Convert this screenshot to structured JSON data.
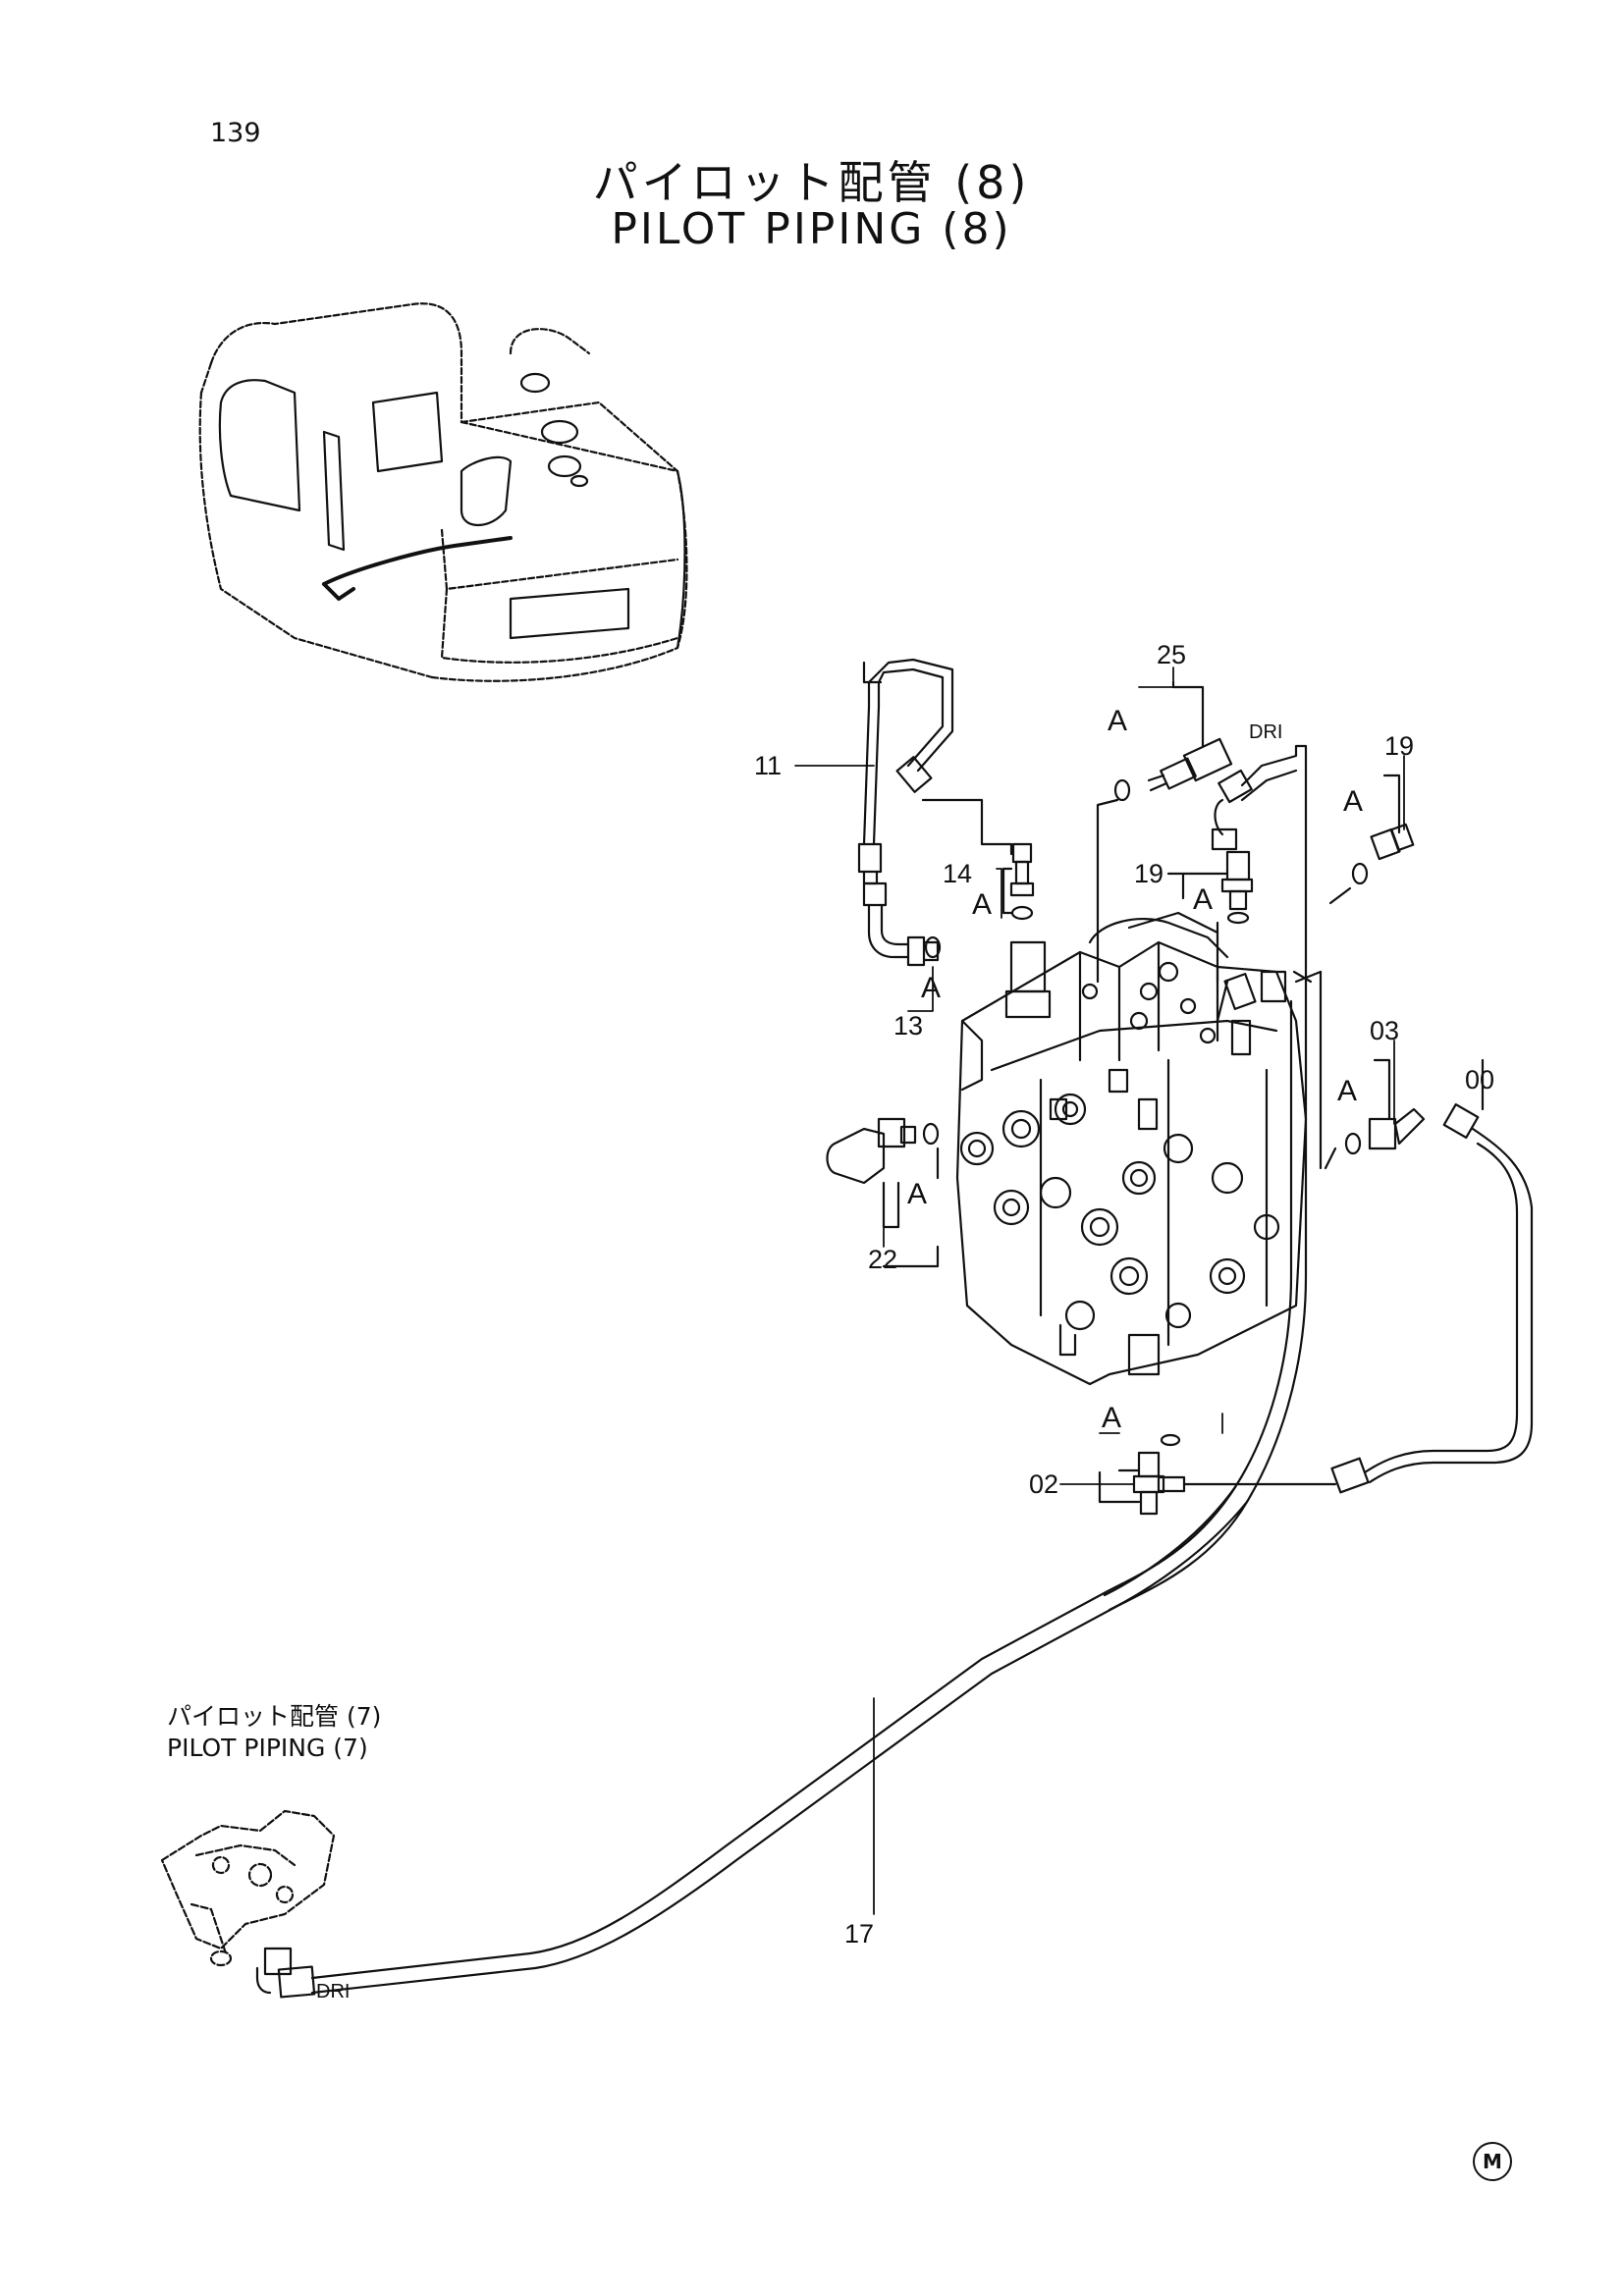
{
  "page": {
    "number": "139",
    "title_jp": "パイロット配管 (8)",
    "title_en": "PILOT PIPING (8)"
  },
  "reference": {
    "title_jp": "パイロット配管 (7)",
    "title_en": "PILOT PIPING (7)"
  },
  "callouts": {
    "c11": "11",
    "c14": "14",
    "c13": "13",
    "c25": "25",
    "c19a": "19",
    "c19b": "19",
    "c03": "03",
    "c00": "00",
    "c22": "22",
    "c02": "02",
    "c17": "17"
  },
  "letters": {
    "a1": "A",
    "a2": "A",
    "a3": "A",
    "a4": "A",
    "a5": "A",
    "a6": "A",
    "a7": "A",
    "a8": "A",
    "a9": "A"
  },
  "port_labels": {
    "dri_top": "DRI",
    "dri_bottom": "DRI"
  },
  "maker_mark": "M"
}
